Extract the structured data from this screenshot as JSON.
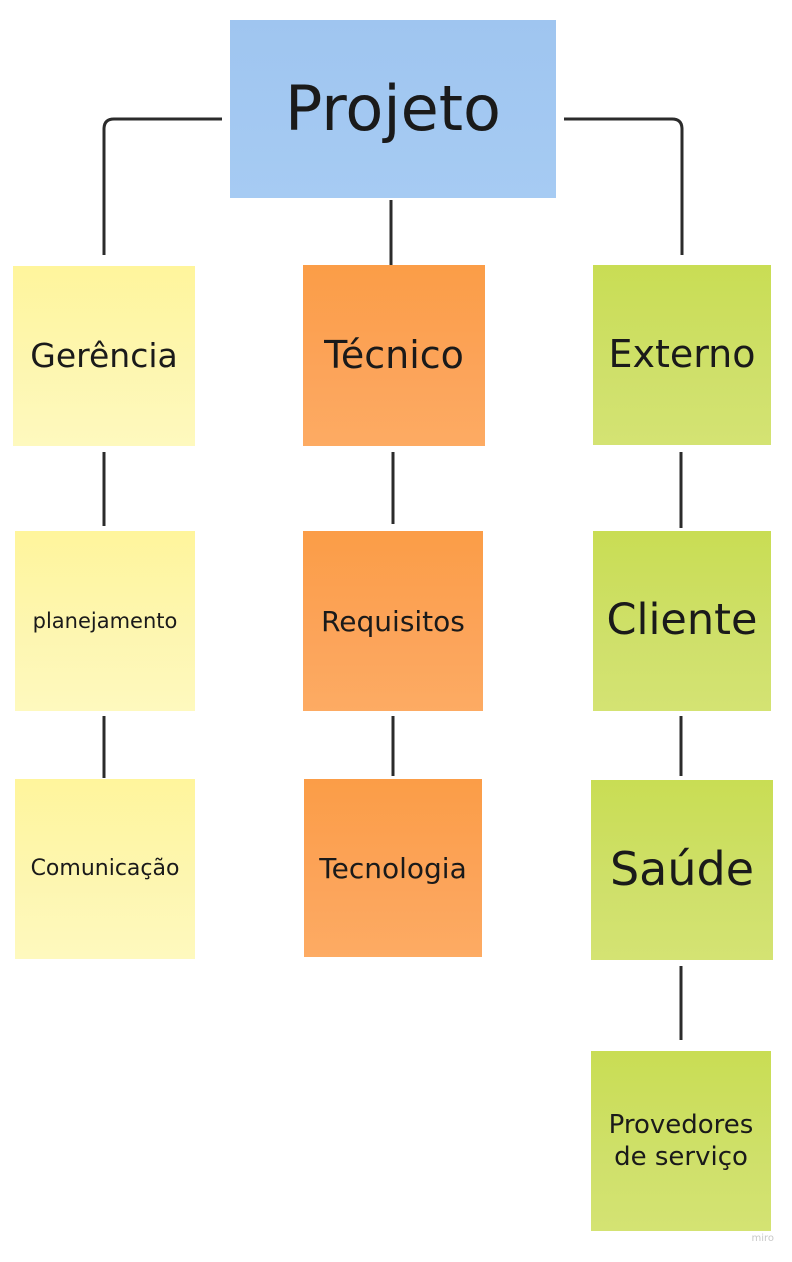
{
  "root": {
    "label": "Projeto",
    "color": "#a6cbf3"
  },
  "columns": [
    {
      "id": "gerencia",
      "color": "#fdf6b0",
      "nodes": [
        "Gerência",
        "planejamento",
        "Comunicação"
      ]
    },
    {
      "id": "tecnico",
      "color": "#fca45a",
      "nodes": [
        "Técnico",
        "Requisitos",
        "Tecnologia"
      ]
    },
    {
      "id": "externo",
      "color": "#cfe06a",
      "nodes": [
        "Externo",
        "Cliente",
        "Saúde",
        "Provedores de serviço"
      ]
    }
  ],
  "watermark": "miro"
}
